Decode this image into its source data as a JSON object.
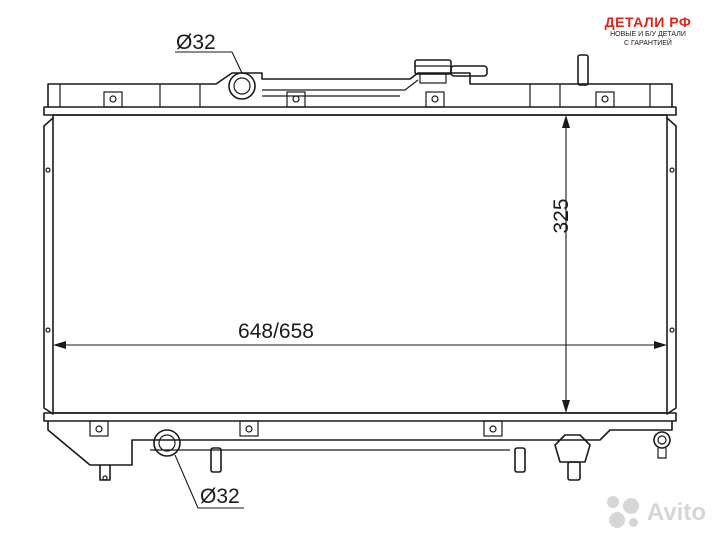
{
  "brand": {
    "name": "ДЕТАЛИ РФ",
    "line1": "НОВЫЕ И Б/У ДЕТАЛИ",
    "line2": "С ГАРАНТИЕЙ",
    "color": "#e0261c"
  },
  "dimensions": {
    "width": "648/658",
    "height": "325",
    "inlet_diameter": "Ø32",
    "outlet_diameter": "Ø32"
  },
  "watermark": {
    "text": "Avito",
    "icon": "avito-dots-icon"
  }
}
